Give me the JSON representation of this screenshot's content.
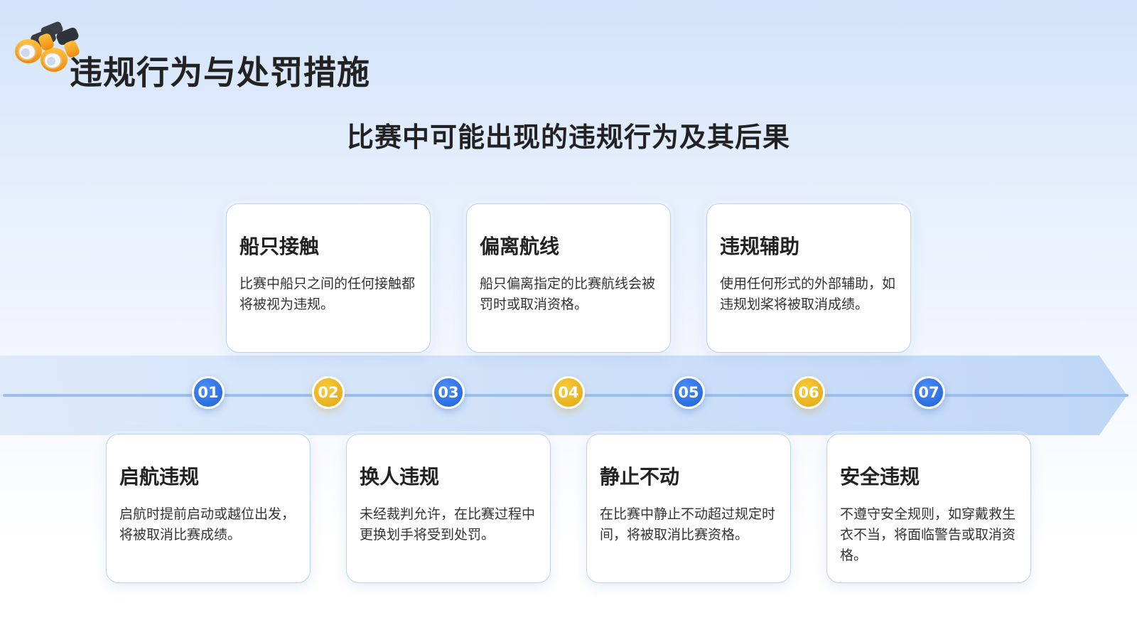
{
  "header": {
    "title": "违规行为与处罚措施",
    "subtitle": "比赛中可能出现的违规行为及其后果"
  },
  "colors": {
    "blue_badge": "#1c5fd8",
    "gold_badge": "#e0a50e",
    "band": "#c8dcf7",
    "card_border": "#b9d2f3"
  },
  "timeline": [
    {
      "num": "01",
      "color": "blue",
      "title": "启航违规",
      "desc": "启航时提前启动或越位出发，将被取消比赛成绩。"
    },
    {
      "num": "02",
      "color": "gold",
      "title": "船只接触",
      "desc": "比赛中船只之间的任何接触都将被视为违规。"
    },
    {
      "num": "03",
      "color": "blue",
      "title": "换人违规",
      "desc": "未经裁判允许，在比赛过程中更换划手将受到处罚。"
    },
    {
      "num": "04",
      "color": "gold",
      "title": "偏离航线",
      "desc": "船只偏离指定的比赛航线会被罚时或取消资格。"
    },
    {
      "num": "05",
      "color": "blue",
      "title": "静止不动",
      "desc": "在比赛中静止不动超过规定时间，将被取消比赛资格。"
    },
    {
      "num": "06",
      "color": "gold",
      "title": "违规辅助",
      "desc": "使用任何形式的外部辅助，如违规划桨将被取消成绩。"
    },
    {
      "num": "07",
      "color": "blue",
      "title": "安全违规",
      "desc": "不遵守安全规则，如穿戴救生衣不当，将面临警告或取消资格。"
    }
  ]
}
